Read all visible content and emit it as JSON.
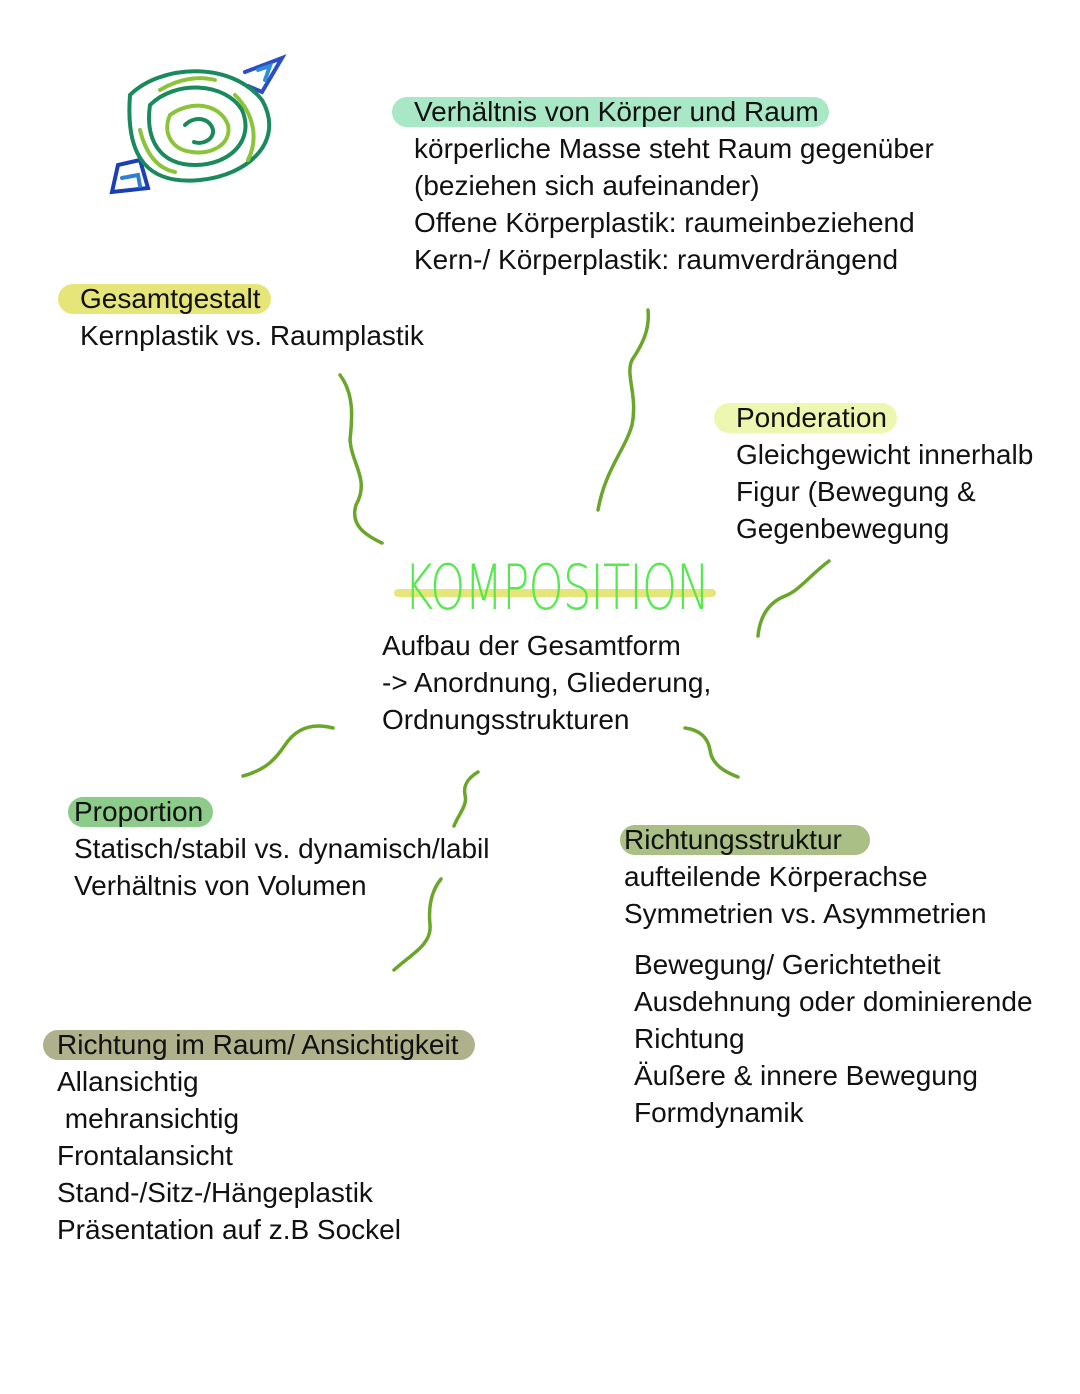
{
  "center": {
    "title": "KOMPOSITION",
    "lines": [
      "Aufbau der Gesamtform",
      "-> Anordnung, Gliederung,",
      "Ordnungsstrukturen"
    ]
  },
  "branches": {
    "raum": {
      "heading": "Verhältnis von Körper und Raum",
      "lines": [
        "körperliche Masse steht Raum gegenüber",
        "(beziehen sich aufeinander)",
        "Offene Körperplastik: raumeinbeziehend",
        "Kern-/ Körperplastik: raumverdrängend"
      ],
      "highlight_color": "#a9e8c6"
    },
    "gesamtgestalt": {
      "heading": "Gesamtgestalt",
      "lines": [
        "Kernplastik vs. Raumplastik"
      ],
      "highlight_color": "#e6e57a"
    },
    "ponderation": {
      "heading": "Ponderation",
      "lines": [
        "Gleichgewicht innerhalb",
        "Figur (Bewegung &",
        "Gegenbewegung"
      ],
      "highlight_color": "#eef7b0"
    },
    "proportion": {
      "heading": "Proportion",
      "lines": [
        "Statisch/stabil vs. dynamisch/labil",
        "Verhältnis von Volumen"
      ],
      "highlight_color": "#8ccb8a"
    },
    "richtungsstruktur": {
      "heading": "Richtungsstruktur",
      "lines": [
        "aufteilende Körperachse",
        "Symmetrien vs. Asymmetrien"
      ],
      "extra_lines": [
        "Bewegung/ Gerichtetheit",
        "Ausdehnung oder dominierende",
        "Richtung",
        "Äußere & innere Bewegung",
        "Formdynamik"
      ],
      "highlight_color": "#a9bf86"
    },
    "ansichtigkeit": {
      "heading": "Richtung im Raum/ Ansichtigkeit",
      "lines": [
        "Allansichtig",
        " mehransichtig",
        "Frontalansicht",
        "Stand-/Sitz-/Hängeplastik",
        "Präsentation auf z.B Sockel"
      ],
      "highlight_color": "#aeb18c"
    }
  },
  "decoration": {
    "doodle_icon": "rose-doodle-icon",
    "connector_color": "#6aa62a",
    "title_color": "#55e84f"
  }
}
